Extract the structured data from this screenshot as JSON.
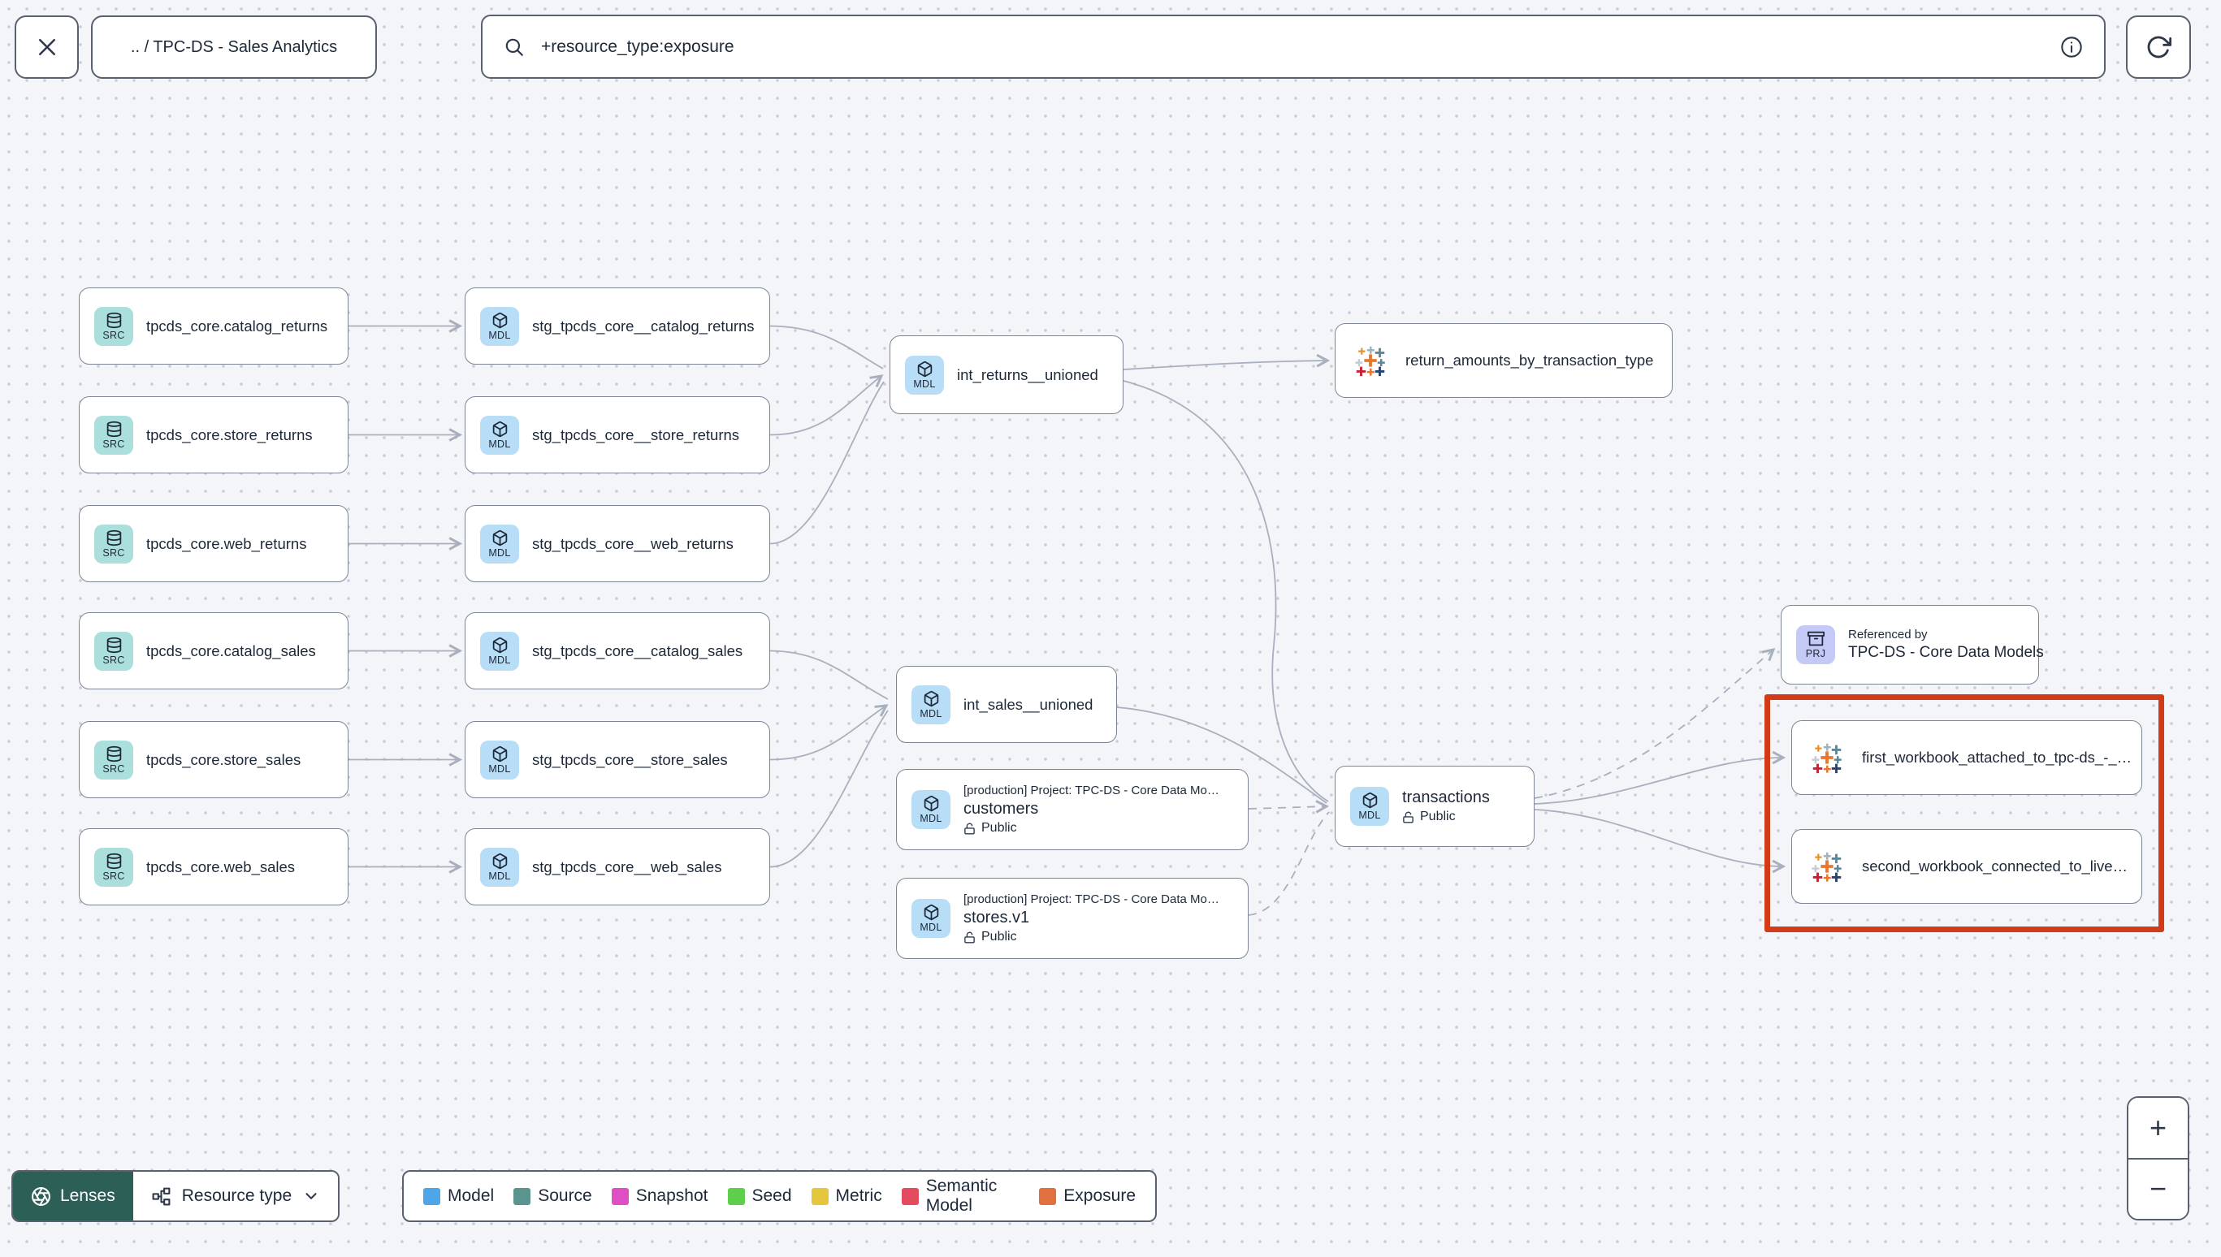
{
  "topbar": {
    "breadcrumb": ".. / TPC-DS - Sales Analytics",
    "search_value": "+resource_type:exposure"
  },
  "toolbar": {
    "lenses_label": "Lenses",
    "resource_type_label": "Resource type"
  },
  "legend": {
    "items": [
      {
        "label": "Model",
        "color": "#4da6e8"
      },
      {
        "label": "Source",
        "color": "#5b938f"
      },
      {
        "label": "Snapshot",
        "color": "#df4ec5"
      },
      {
        "label": "Seed",
        "color": "#5ecf4a"
      },
      {
        "label": "Metric",
        "color": "#e5c63f"
      },
      {
        "label": "Semantic Model",
        "color": "#e44b5f"
      },
      {
        "label": "Exposure",
        "color": "#e0703d"
      }
    ]
  },
  "zoom_controls": {
    "zoom_in": "+",
    "zoom_out": "−"
  },
  "colors": {
    "badge_source_bg": "#abdfdc",
    "badge_model_bg": "#b7def6",
    "badge_project_bg": "#c4c9f6",
    "lenses_bg": "#2c5f55",
    "highlight_border": "#d23b18"
  },
  "nodes": {
    "src_catalog_returns": {
      "badge": "SRC",
      "title": "tpcds_core.catalog_returns"
    },
    "src_store_returns": {
      "badge": "SRC",
      "title": "tpcds_core.store_returns"
    },
    "src_web_returns": {
      "badge": "SRC",
      "title": "tpcds_core.web_returns"
    },
    "src_catalog_sales": {
      "badge": "SRC",
      "title": "tpcds_core.catalog_sales"
    },
    "src_store_sales": {
      "badge": "SRC",
      "title": "tpcds_core.store_sales"
    },
    "src_web_sales": {
      "badge": "SRC",
      "title": "tpcds_core.web_sales"
    },
    "stg_catalog_returns": {
      "badge": "MDL",
      "title": "stg_tpcds_core__catalog_returns"
    },
    "stg_store_returns": {
      "badge": "MDL",
      "title": "stg_tpcds_core__store_returns"
    },
    "stg_web_returns": {
      "badge": "MDL",
      "title": "stg_tpcds_core__web_returns"
    },
    "stg_catalog_sales": {
      "badge": "MDL",
      "title": "stg_tpcds_core__catalog_sales"
    },
    "stg_store_sales": {
      "badge": "MDL",
      "title": "stg_tpcds_core__store_sales"
    },
    "stg_web_sales": {
      "badge": "MDL",
      "title": "stg_tpcds_core__web_sales"
    },
    "int_returns_unioned": {
      "badge": "MDL",
      "title": "int_returns__unioned"
    },
    "int_sales_unioned": {
      "badge": "MDL",
      "title": "int_sales__unioned"
    },
    "customers": {
      "badge": "MDL",
      "context": "[production] Project: TPC-DS - Core Data Mo…",
      "title": "customers",
      "access": "Public"
    },
    "stores": {
      "badge": "MDL",
      "context": "[production] Project: TPC-DS - Core Data Mo…",
      "title": "stores.v1",
      "access": "Public"
    },
    "transactions": {
      "badge": "MDL",
      "title": "transactions",
      "access": "Public"
    },
    "exposure_return_amounts": {
      "title": "return_amounts_by_transaction_type"
    },
    "referenced_by": {
      "badge": "PRJ",
      "context": "Referenced by",
      "title": "TPC-DS - Core Data Models"
    },
    "workbook_first": {
      "title": "first_workbook_attached_to_tpc-ds_-_…"
    },
    "workbook_second": {
      "title": "second_workbook_connected_to_live…"
    }
  }
}
